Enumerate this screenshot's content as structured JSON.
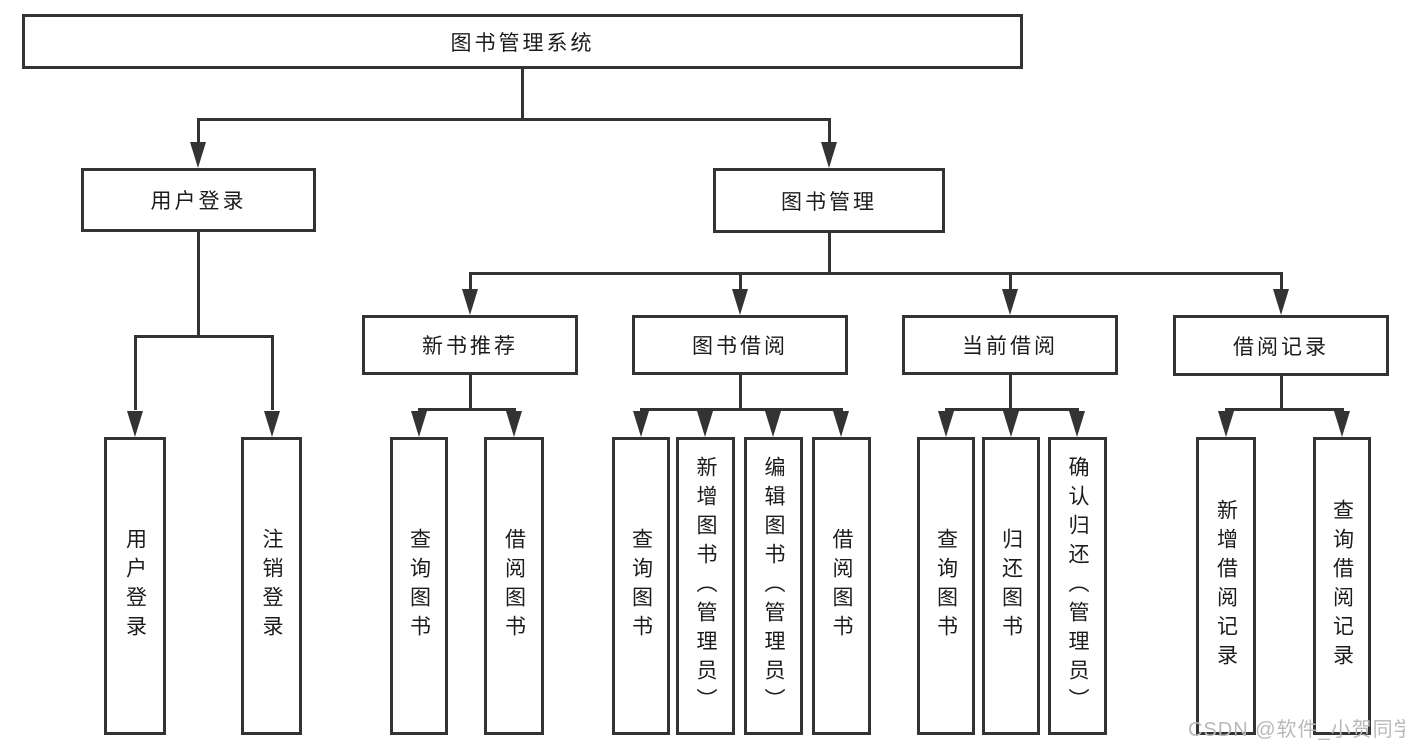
{
  "diagram": {
    "root": "图书管理系统",
    "level2": {
      "user_login": "用户登录",
      "book_mgmt": "图书管理"
    },
    "level3": {
      "new_book_rec": "新书推荐",
      "book_borrow": "图书借阅",
      "current_borrow": "当前借阅",
      "borrow_record": "借阅记录"
    },
    "leaves": {
      "user_login": [
        "用户登录",
        "注销登录"
      ],
      "new_book_rec": [
        "查询图书",
        "借阅图书"
      ],
      "book_borrow": [
        "查询图书",
        "新增图书（管理员）",
        "编辑图书（管理员）",
        "借阅图书"
      ],
      "current_borrow": [
        "查询图书",
        "归还图书",
        "确认归还（管理员）"
      ],
      "borrow_record": [
        "新增借阅记录",
        "查询借阅记录"
      ]
    }
  },
  "watermark": "CSDN @软件_小贺同学",
  "colors": {
    "line": "#333333",
    "text": "#1c1c1c",
    "watermark": "#b9b9b9",
    "background": "#ffffff"
  }
}
